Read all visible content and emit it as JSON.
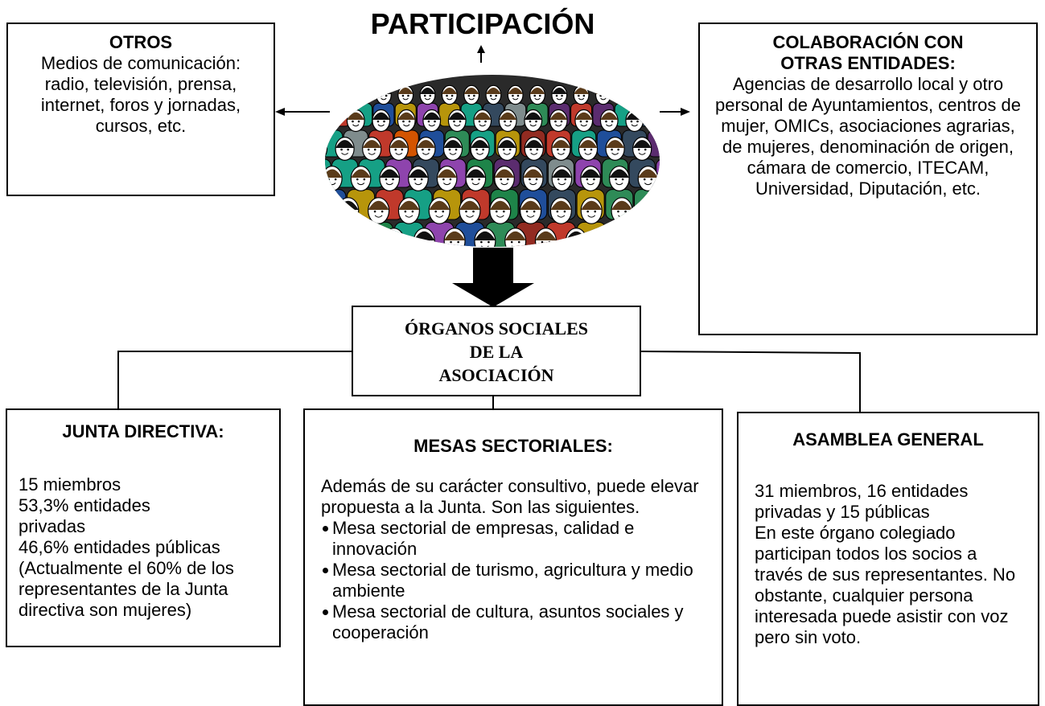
{
  "title": "PARTICIPACIÓN",
  "otros": {
    "heading": "OTROS",
    "body": "Medios de comunicación: radio, televisión, prensa, internet, foros y jornadas, cursos, etc."
  },
  "colaboracion": {
    "heading_line1": "COLABORACIÓN CON",
    "heading_line2": "OTRAS ENTIDADES:",
    "body": "Agencias de desarrollo local y otro personal de Ayuntamientos, centros de mujer, OMICs, asociaciones agrarias, de mujeres, denominación de origen, cámara de comercio, ITECAM, Universidad, Diputación, etc."
  },
  "organos": {
    "line1": "ÓRGANOS SOCIALES",
    "line2": "DE LA",
    "line3": "ASOCIACIÓN"
  },
  "junta": {
    "heading": "JUNTA DIRECTIVA:",
    "line1": "15 miembros",
    "line2": "53,3% entidades privadas",
    "line3": "46,6% entidades públicas",
    "line4": "(Actualmente el 60% de los representantes de la Junta directiva son mujeres)"
  },
  "mesas": {
    "heading": "MESAS SECTORIALES:",
    "intro": "Además de su carácter consultivo, puede elevar propuesta a la Junta. Son las siguientes.",
    "items": [
      "Mesa sectorial de empresas, calidad e innovación",
      "Mesa sectorial de turismo, agricultura y medio ambiente",
      "Mesa sectorial de cultura, asuntos sociales y cooperación"
    ]
  },
  "asamblea": {
    "heading": "ASAMBLEA GENERAL",
    "line1": "31 miembros, 16 entidades privadas y 15  públicas",
    "line2": "En este órgano colegiado participan todos los socios a través de sus representantes. No obstante, cualquier persona interesada puede asistir con voz pero sin voto."
  },
  "colors": {
    "line": "#000000",
    "background": "#ffffff"
  }
}
